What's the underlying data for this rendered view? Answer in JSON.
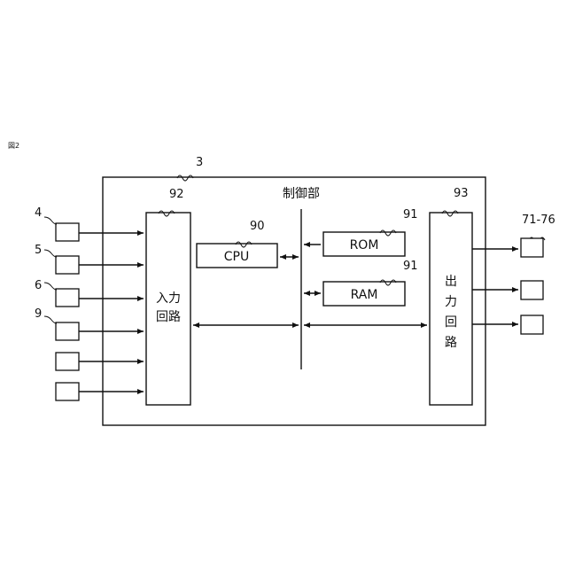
{
  "figure_label": "図2",
  "control_unit": {
    "ref": "3",
    "label": "制御部"
  },
  "input_circuit": {
    "ref": "92",
    "line1": "入力",
    "line2": "回路"
  },
  "output_circuit": {
    "ref": "93",
    "chars": [
      "出",
      "力",
      "回",
      "路"
    ]
  },
  "cpu": {
    "ref": "90",
    "label": "CPU"
  },
  "rom": {
    "ref": "91",
    "label": "ROM"
  },
  "ram": {
    "ref": "91",
    "label": "RAM"
  },
  "input_devices": [
    {
      "ref": "4"
    },
    {
      "ref": "5"
    },
    {
      "ref": "6"
    },
    {
      "ref": "9"
    },
    {
      "ref": ""
    },
    {
      "ref": ""
    }
  ],
  "output_devices": {
    "ref": "71-76",
    "count": 3
  }
}
